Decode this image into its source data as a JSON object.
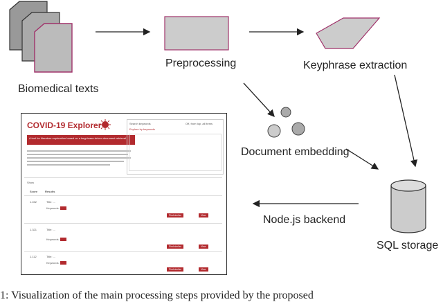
{
  "labels": {
    "biomedical_texts": "Biomedical texts",
    "preprocessing": "Preprocessing",
    "keyphrase_extraction": "Keyphrase extraction",
    "document_embedding": "Document embedding",
    "node_backend": "Node.js backend",
    "sql_storage": "SQL storage"
  },
  "screenshot": {
    "app_title": "COVID-19 Explorer",
    "banner": "A tool for literature exploration based on a keyphrase-driven document retrieval",
    "search_placeholder": "Search keywords",
    "search_filter": "Off, from top, all items",
    "explorer_hint": "Explore by keywords",
    "results_header": "Show",
    "col_score": "Score",
    "col_results": "Results",
    "rows": [
      {
        "score": "1.452",
        "title": "Title: ...",
        "keywords_label": "Keywords:"
      },
      {
        "score": "1.321",
        "title": "Title: ...",
        "keywords_label": "Keywords:"
      },
      {
        "score": "1.112",
        "title": "Title: ...",
        "keywords_label": "Keywords:"
      }
    ],
    "btn_similar": "Find similar",
    "btn_view": "View"
  },
  "caption": "1: Visualization of the main processing steps provided by the proposed"
}
